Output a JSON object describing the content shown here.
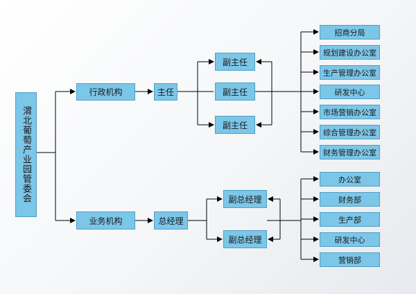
{
  "root": {
    "label": "渭北葡萄产业园管委会"
  },
  "branches": {
    "admin": {
      "label": "行政机构",
      "head": "主任",
      "deputies": [
        "副主任",
        "副主任",
        "副主任"
      ],
      "departments": [
        "招商分局",
        "规划建设办公室",
        "生产管理办公室",
        "研发中心",
        "市场营销办公室",
        "综合管理办公室",
        "财务管理办公室"
      ]
    },
    "business": {
      "label": "业务机构",
      "head": "总经理",
      "deputies": [
        "副总经理",
        "副总经理"
      ],
      "departments": [
        "办公室",
        "财务部",
        "生产部",
        "研发中心",
        "营销部"
      ]
    }
  },
  "colors": {
    "box_fill": "#7cc6e8",
    "box_border": "#4f9fc6",
    "line": "#000000"
  }
}
